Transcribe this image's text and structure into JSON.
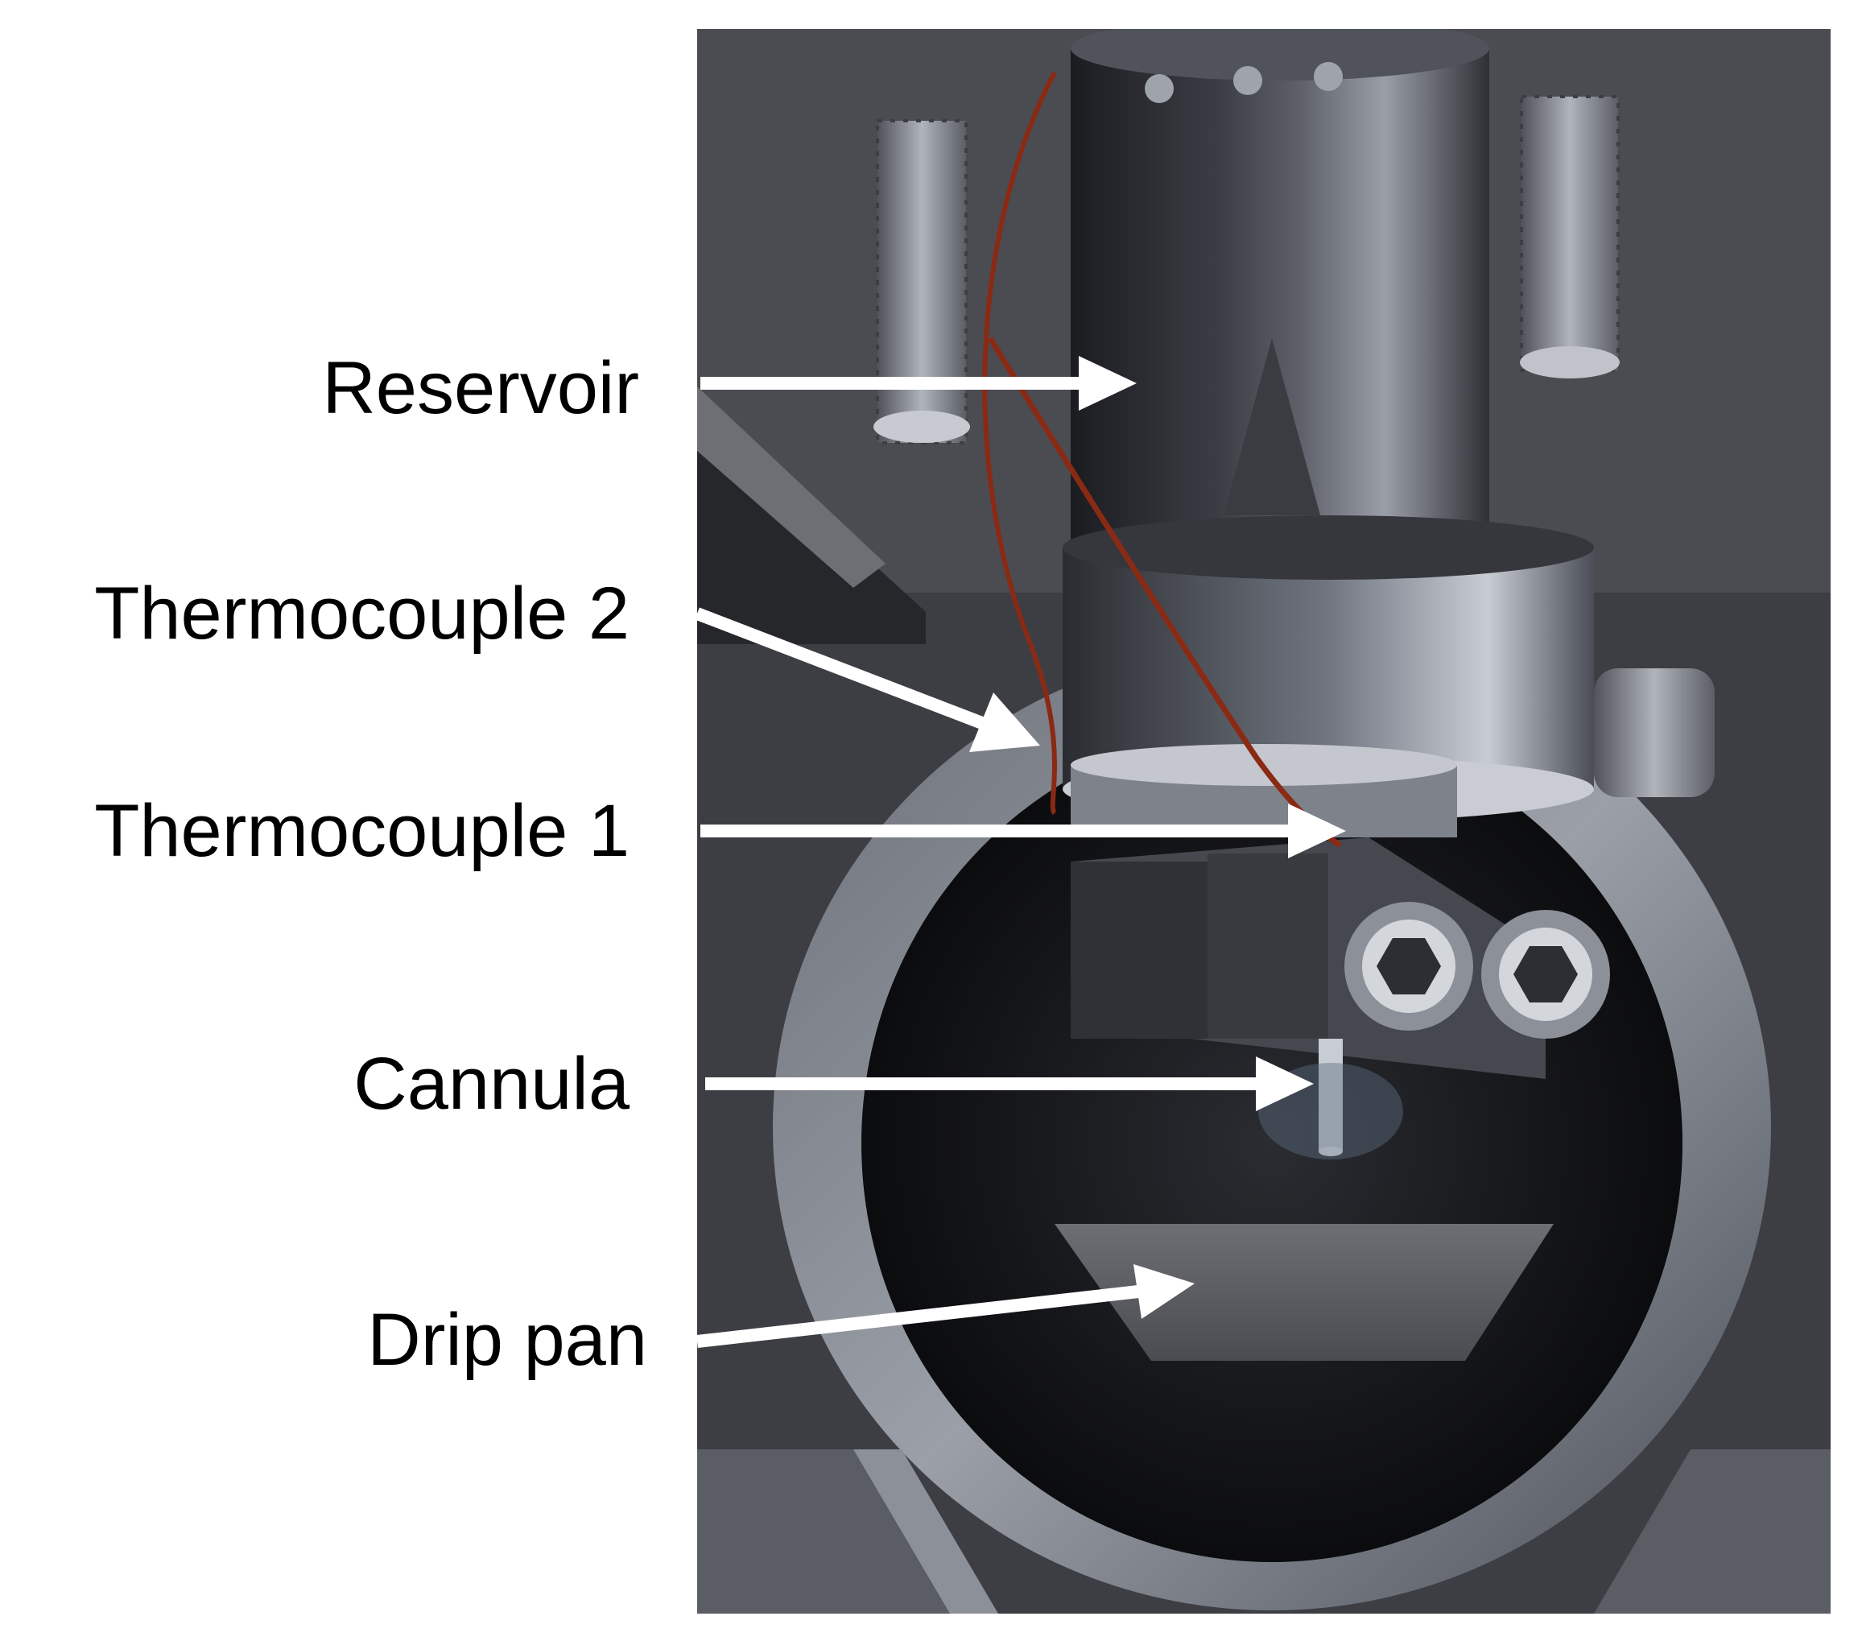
{
  "labels": {
    "reservoir": "Reservoir",
    "thermocouple_2": "Thermocouple 2",
    "thermocouple_1": "Thermocouple 1",
    "cannula": "Cannula",
    "drip_pan": "Drip pan"
  },
  "colors": {
    "arrow": "#ffffff",
    "label_text": "#000000",
    "background": "#ffffff",
    "photo_dark": "#151515",
    "metal_light": "#b8bcc4",
    "metal_mid": "#6b7079",
    "wire": "#8a2a14"
  }
}
